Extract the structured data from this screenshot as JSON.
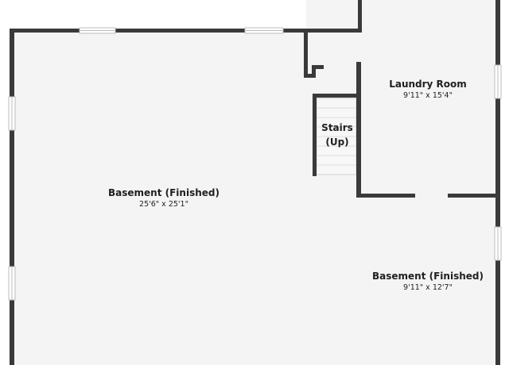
{
  "floor_plan": {
    "colors": {
      "wall": "#3a3a3a",
      "floor": "#f4f4f4",
      "background": "#ffffff",
      "window": "#c9c9c9",
      "stair_tread": "#dcdcdc",
      "text": "#1f1f1f"
    },
    "rooms": {
      "basement_main": {
        "name": "Basement (Finished)",
        "dimensions": "25'6\" x 25'1\""
      },
      "laundry": {
        "name": "Laundry Room",
        "dimensions": "9'11\" x 15'4\""
      },
      "stairs": {
        "line1": "Stairs",
        "line2": "(Up)"
      },
      "basement_lower_right": {
        "name": "Basement (Finished)",
        "dimensions": "9'11\" x 12'7\""
      }
    }
  }
}
